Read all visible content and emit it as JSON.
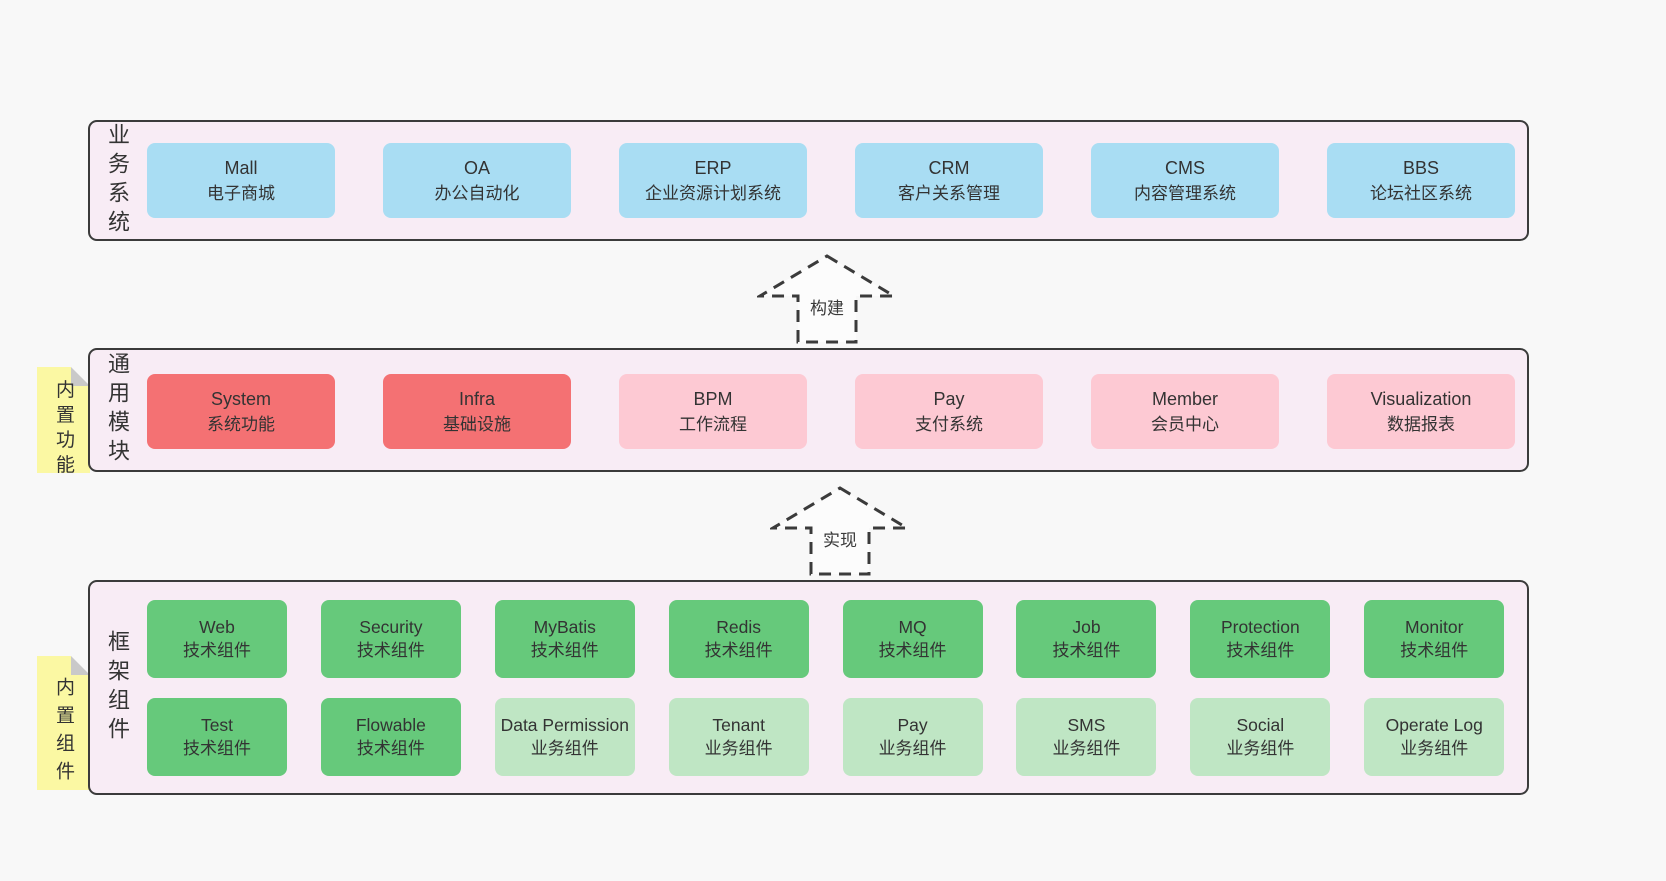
{
  "colors": {
    "page_bg": "#f8f8f8",
    "container_bg": "#f8ecf5",
    "container_border": "#3b3b3b",
    "blue": "#a9ddf3",
    "red": "#f47173",
    "pink": "#fdc9d3",
    "green": "#66c97b",
    "light_green": "#bfe6c4",
    "sticky": "#fbf8a3",
    "fold": "#c9c9c9",
    "text": "#333333"
  },
  "arrows": [
    {
      "label": "构建"
    },
    {
      "label": "实现"
    }
  ],
  "business": {
    "side_label": "业务系统",
    "boxes": [
      {
        "name": "Mall",
        "desc": "电子商城"
      },
      {
        "name": "OA",
        "desc": "办公自动化"
      },
      {
        "name": "ERP",
        "desc": "企业资源计划系统"
      },
      {
        "name": "CRM",
        "desc": "客户关系管理"
      },
      {
        "name": "CMS",
        "desc": "内容管理系统"
      },
      {
        "name": "BBS",
        "desc": "论坛社区系统"
      }
    ]
  },
  "modules": {
    "side_label": "通用模块",
    "sticky_label": "内置功能",
    "boxes": [
      {
        "name": "System",
        "desc": "系统功能",
        "category": "core"
      },
      {
        "name": "Infra",
        "desc": "基础设施",
        "category": "core"
      },
      {
        "name": "BPM",
        "desc": "工作流程",
        "category": "optional"
      },
      {
        "name": "Pay",
        "desc": "支付系统",
        "category": "optional"
      },
      {
        "name": "Member",
        "desc": "会员中心",
        "category": "optional"
      },
      {
        "name": "Visualization",
        "desc": "数据报表",
        "category": "optional"
      }
    ]
  },
  "components": {
    "side_label": "框架组件",
    "sticky_label": "内置组件",
    "row1": [
      {
        "name": "Web",
        "desc": "技术组件"
      },
      {
        "name": "Security",
        "desc": "技术组件"
      },
      {
        "name": "MyBatis",
        "desc": "技术组件"
      },
      {
        "name": "Redis",
        "desc": "技术组件"
      },
      {
        "name": "MQ",
        "desc": "技术组件"
      },
      {
        "name": "Job",
        "desc": "技术组件"
      },
      {
        "name": "Protection",
        "desc": "技术组件"
      },
      {
        "name": "Monitor",
        "desc": "技术组件"
      }
    ],
    "row2": [
      {
        "name": "Test",
        "desc": "技术组件"
      },
      {
        "name": "Flowable",
        "desc": "技术组件"
      },
      {
        "name": "Data Permission",
        "desc": "业务组件"
      },
      {
        "name": "Tenant",
        "desc": "业务组件"
      },
      {
        "name": "Pay",
        "desc": "业务组件"
      },
      {
        "name": "SMS",
        "desc": "业务组件"
      },
      {
        "name": "Social",
        "desc": "业务组件"
      },
      {
        "name": "Operate Log",
        "desc": "业务组件"
      }
    ]
  }
}
